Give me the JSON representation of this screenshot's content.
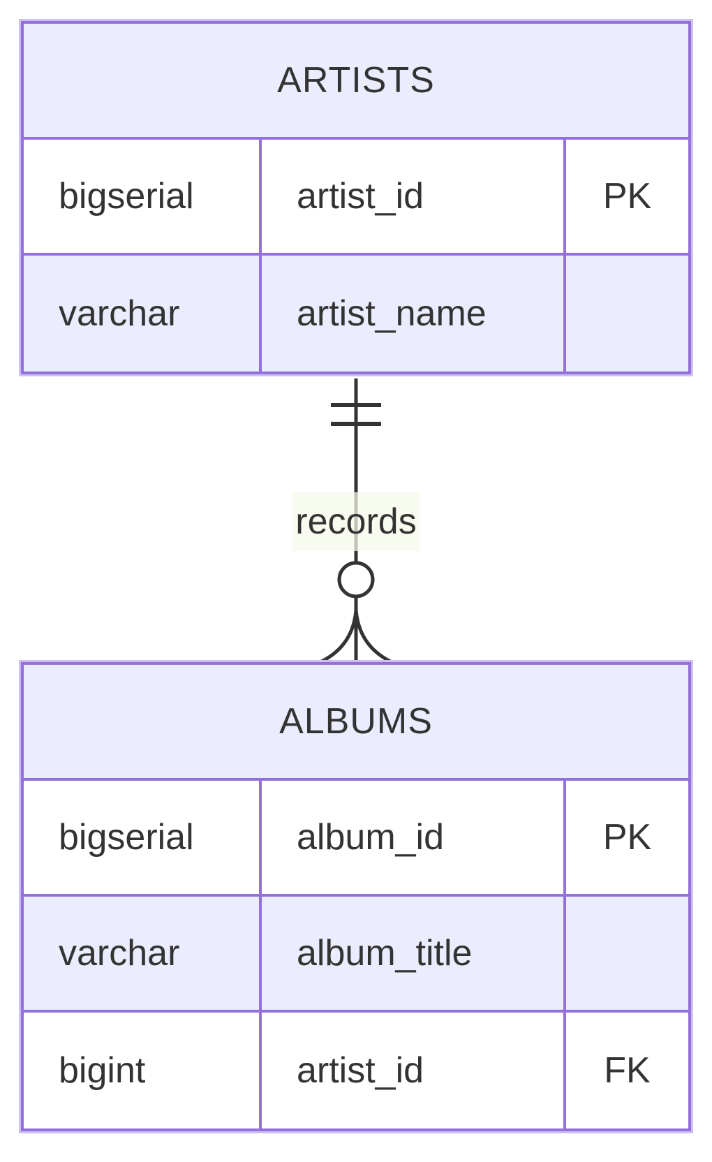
{
  "diagram": {
    "type": "entity-relationship-diagram",
    "colors": {
      "entity_fill": "#ECECFF",
      "entity_border": "#9370DB",
      "entity_border_light": "#CDC0EF",
      "row_white": "#FFFFFF",
      "text": "#333333",
      "line": "#333333",
      "label_bg": "rgba(245,249,233,0.72)"
    },
    "entities": [
      {
        "name": "ARTISTS",
        "rows": [
          {
            "type": "bigserial",
            "attribute": "artist_id",
            "key": "PK"
          },
          {
            "type": "varchar",
            "attribute": "artist_name",
            "key": ""
          }
        ]
      },
      {
        "name": "ALBUMS",
        "rows": [
          {
            "type": "bigserial",
            "attribute": "album_id",
            "key": "PK"
          },
          {
            "type": "varchar",
            "attribute": "album_title",
            "key": ""
          },
          {
            "type": "bigint",
            "attribute": "artist_id",
            "key": "FK"
          }
        ]
      }
    ],
    "relationships": [
      {
        "from": "ARTISTS",
        "to": "ALBUMS",
        "label": "records",
        "from_cardinality": "exactly-one",
        "to_cardinality": "zero-or-many"
      }
    ]
  }
}
